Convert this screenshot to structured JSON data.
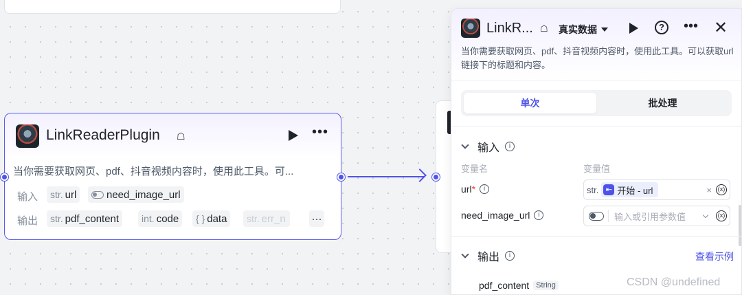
{
  "node": {
    "title": "LinkReaderPlugin",
    "description": "当你需要获取网页、pdf、抖音视频内容时，使用此工具。可...",
    "input_label": "输入",
    "output_label": "输出",
    "inputs": [
      {
        "type": "str.",
        "name": "url"
      },
      {
        "type": "",
        "name": "need_image_url"
      }
    ],
    "outputs": [
      {
        "type": "str.",
        "name": "pdf_content"
      },
      {
        "type": "int.",
        "name": "code"
      },
      {
        "type": "{ }",
        "name": "data"
      },
      {
        "type": "str.",
        "name": "err_n"
      }
    ],
    "more_label": "···"
  },
  "panel": {
    "title": "LinkR...",
    "data_mode": "真实数据",
    "description": "当你需要获取网页、pdf、抖音视频内容时，使用此工具。可以获取url链接下的标题和内容。",
    "tabs": [
      {
        "label": "单次",
        "active": true
      },
      {
        "label": "批处理",
        "active": false
      }
    ],
    "input_section": {
      "title": "输入",
      "col_name": "变量名",
      "col_value": "变量值",
      "fields": [
        {
          "name": "url",
          "required": "*",
          "type": "str.",
          "ref": "开始 - url"
        },
        {
          "name": "need_image_url",
          "placeholder": "输入或引用参数值"
        }
      ]
    },
    "output_section": {
      "title": "输出",
      "view_example": "查看示例",
      "fields": [
        {
          "name": "pdf_content",
          "type": "String"
        }
      ]
    }
  },
  "watermark": "CSDN @undefined",
  "colors": {
    "accent": "#4d53e8",
    "edge": "#4f54e8",
    "required": "#f53f3f"
  }
}
